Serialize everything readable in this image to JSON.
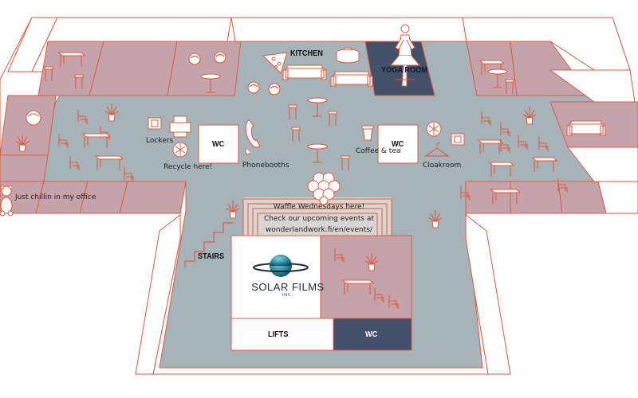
{
  "colors": {
    "floor": "#a6b4b9",
    "room_pink": "#c5a3aa",
    "wall_line": "#e0593c",
    "furniture": "#e0593c",
    "dark_room": "#435069",
    "light_room": "#ffffff",
    "banner": "#d8d5d2"
  },
  "rooms": {
    "kitchen": "KITCHEN",
    "yoga_room": "YOGA ROOM",
    "wc_left": "WC",
    "wc_right": "WC",
    "wc_bottom": "WC",
    "lifts": "LIFTS",
    "stairs": "STAIRS"
  },
  "labels": {
    "lockers": "Lockers",
    "recycle": "Recycle here!",
    "phonebooths": "Phonebooths",
    "coffee": "Coffee & tea",
    "cloakroom": "Cloakroom",
    "chillin": "Just chillin in my office"
  },
  "banner": {
    "line1": "Waffle Wednesdays here!",
    "line2": "Check our upcoming events at",
    "line3": "wonderlandwork.fi/en/events/"
  },
  "brand": {
    "name": "SOLAR FILMS",
    "sub": "INC."
  },
  "icons": [
    "chair-icon",
    "table-icon",
    "plant-icon",
    "sofa-icon",
    "pouf-icon",
    "lamp-icon",
    "cooking-pot-icon",
    "pizza-icon",
    "wc-sign-icon",
    "locker-icon",
    "printer-icon",
    "recycle-bin-icon",
    "phone-icon",
    "coffee-cup-icon",
    "hanger-icon",
    "waffle-icon",
    "yoga-person-icon",
    "teddy-bear-icon",
    "planet-logo-icon",
    "stairs-icon"
  ]
}
